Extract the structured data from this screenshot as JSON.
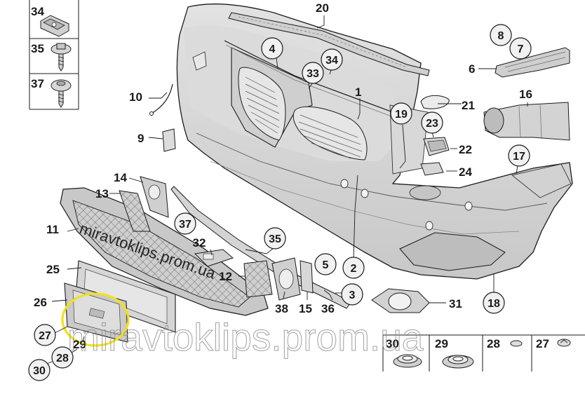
{
  "diagram": {
    "callouts": {
      "c34a": "34",
      "c35": "35",
      "c37a": "37",
      "c20": "20",
      "c8": "8",
      "c7": "7",
      "c6": "6",
      "c4": "4",
      "c34b": "34",
      "c33": "33",
      "c1": "1",
      "c10": "10",
      "c21": "21",
      "c16": "16",
      "c19": "19",
      "c23": "23",
      "c22": "22",
      "c9": "9",
      "c17": "17",
      "c24": "24",
      "c14": "14",
      "c13": "13",
      "c37b": "37",
      "c11": "11",
      "c35b": "35",
      "c32": "32",
      "c25": "25",
      "c5": "5",
      "c2": "2",
      "c12": "12",
      "c3": "3",
      "c26": "26",
      "c38": "38",
      "c15": "15",
      "c36": "36",
      "c31": "31",
      "c18": "18",
      "c27": "27",
      "c29a": "29",
      "c28a": "28",
      "c30a": "30",
      "c30b": "30",
      "c29b": "29",
      "c28b": "28",
      "c27b": "27"
    },
    "watermarks": {
      "diagonal": "miravtoklips.prom.ua",
      "bottom": "miravtoklips.prom.ua"
    },
    "colors": {
      "line": "#1a1a1a",
      "part_gray": "#d4d4d4",
      "circle_fill": "#f1f1f1",
      "highlight": "#f2e21a"
    }
  }
}
